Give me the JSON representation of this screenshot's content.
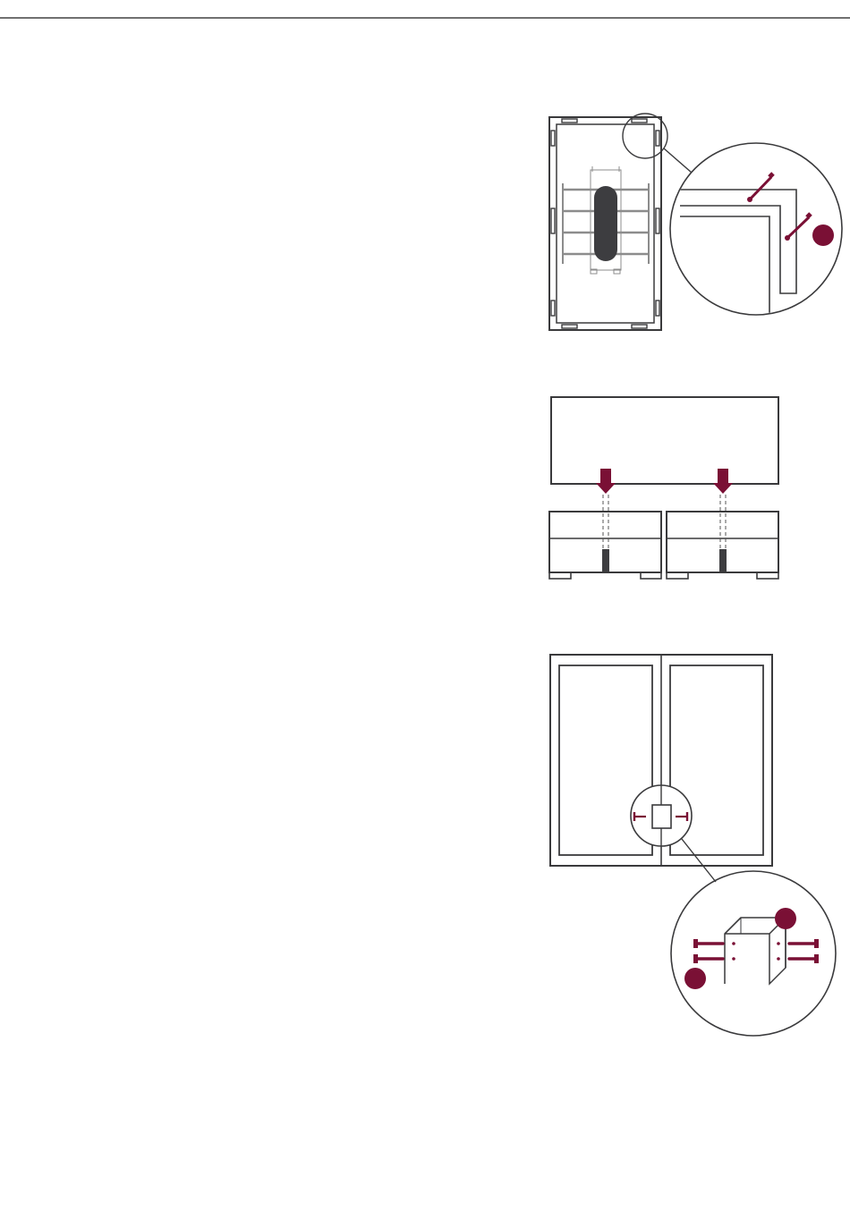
{
  "page": {
    "background": "#ffffff",
    "top_rule_color": "#1a1a1a"
  },
  "colors": {
    "line": "#3a3a3c",
    "accent": "#7a1035",
    "rail": "#8c8c8c",
    "dark_fill": "#3d3d40"
  },
  "figures": [
    {
      "id": "step-1",
      "description_items": [
        "frame-with-mount",
        "corner-detail-callout",
        "marker-dot"
      ]
    },
    {
      "id": "step-2",
      "description_items": [
        "top-panel",
        "two-down-arrows",
        "two-base-units"
      ]
    },
    {
      "id": "step-3",
      "description_items": [
        "double-frame",
        "center-joint-callout",
        "bracket-detail",
        "two-marker-dots"
      ]
    }
  ]
}
